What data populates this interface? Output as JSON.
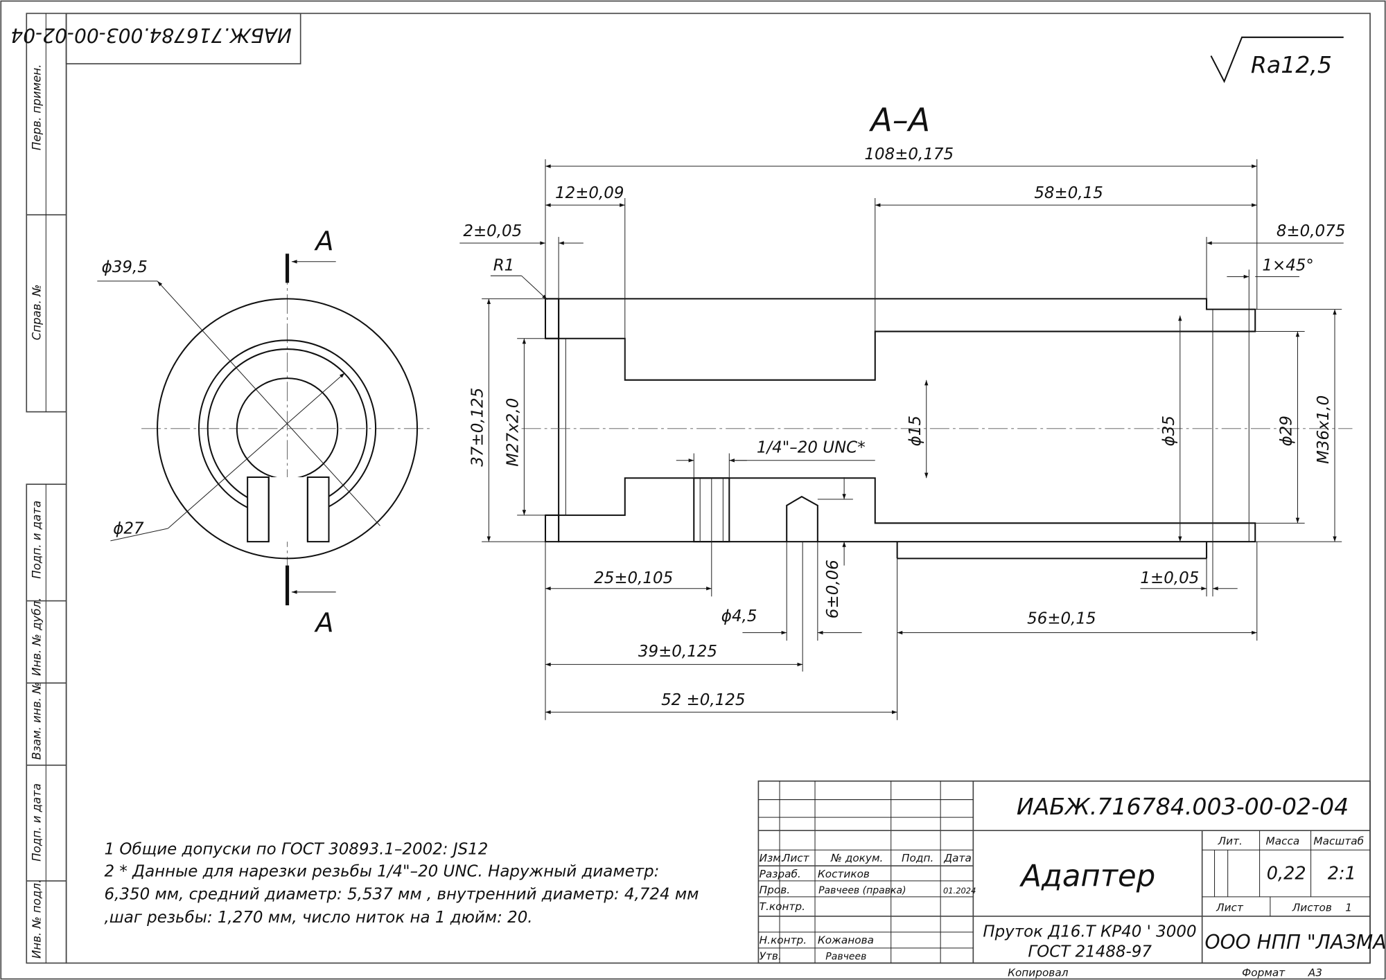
{
  "stamp_rotated": "ИАБЖ.716784.003-00-02-04",
  "side_column": [
    "Перв. примен.",
    "Справ. №",
    "Подп. и дата",
    "Инв. № дубл.",
    "Взам. инв. №",
    "Подп. и дата",
    "Инв. № подл."
  ],
  "roughness": "Ra12,5",
  "section_title": "A–A",
  "section_marks": [
    "A",
    "A"
  ],
  "left_view": {
    "outer_dia": "ϕ39,5",
    "inner_dia": "ϕ27"
  },
  "dimensions": {
    "total_length": "108±0,175",
    "d12": "12±0,09",
    "d58": "58±0,15",
    "d2": "2±0,05",
    "d8": "8±0,075",
    "radius": "R1",
    "chamfer": "1×45°",
    "outer_dia": "37±0,125",
    "thread_left": "M27x2,0",
    "bore15": "ϕ15",
    "bore35": "ϕ35",
    "bore29": "ϕ29",
    "thread_right": "M36x1,0",
    "unc_thread": "1/4\"–20 UNC*",
    "d25": "25±0,105",
    "hole45": "ϕ4,5",
    "d6": "6±0,06",
    "d1": "1±0,05",
    "d56": "56±0,15",
    "d39": "39±0,125",
    "d52": "52 ±0,125"
  },
  "notes": [
    "1 Общие допуски по ГОСТ 30893.1–2002: JS12",
    "2 * Данные для нарезки резьбы 1/4\"–20 UNC. Наружный диаметр:",
    "6,350 мм, средний диаметр: 5,537 мм , внутренний диаметр: 4,724 мм",
    ",шаг резьбы: 1,270 мм, число ниток на 1 дюйм: 20."
  ],
  "title_block": {
    "designation": "ИАБЖ.716784.003-00-02-04",
    "name": "Адаптер",
    "headers": {
      "izm": "Изм.",
      "list": "Лист",
      "doc": "№ докум.",
      "sign": "Подп.",
      "date": "Дата"
    },
    "roles": [
      {
        "role": "Разраб.",
        "name": "Костиков",
        "date": ""
      },
      {
        "role": "Пров.",
        "name": "Равчеев (правка)",
        "date": "01.2024"
      },
      {
        "role": "Т.контр.",
        "name": "",
        "date": ""
      },
      {
        "role": "Н.контр.",
        "name": "Кожанова",
        "date": ""
      },
      {
        "role": "Утв.",
        "name": "Равчеев",
        "date": ""
      }
    ],
    "lit_label": "Лит.",
    "mass_label": "Масса",
    "scale_label": "Масштаб",
    "mass": "0,22",
    "scale": "2:1",
    "sheet_label": "Лист",
    "sheets_label": "Листов",
    "sheets": "1",
    "material_line1": "Пруток Д16.Т КР40 ' 3000",
    "material_line2": "ГОСТ 21488-97",
    "organization": "ООО НПП \"ЛАЗМА\"",
    "copied": "Копировал",
    "format_label": "Формат",
    "format": "А3"
  }
}
